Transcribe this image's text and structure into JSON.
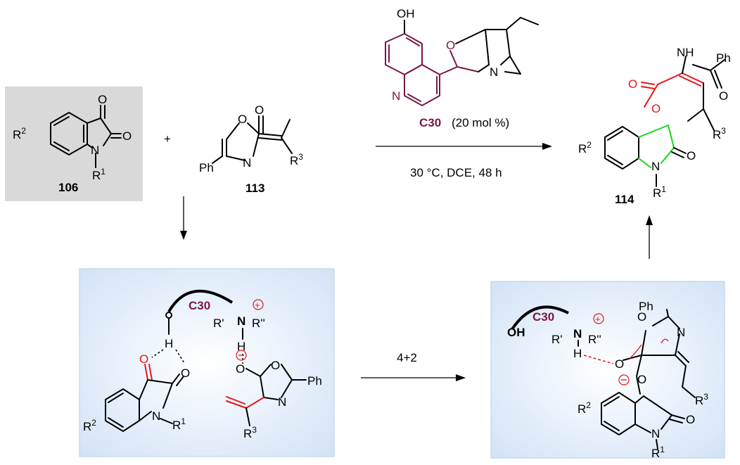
{
  "compounds": {
    "c106": "106",
    "c113": "113",
    "c114": "114"
  },
  "catalyst": {
    "name": "C30",
    "loading": "(20 mol %)"
  },
  "conditions": "30 °C, DCE, 48 h",
  "step_label": "4+2",
  "plus": "+",
  "colors": {
    "maroon": "#7a1745",
    "red": "#e8141b",
    "green": "#19d819",
    "panel_gray": "#d9d9d9",
    "panel_blue": "#dde9f8"
  }
}
